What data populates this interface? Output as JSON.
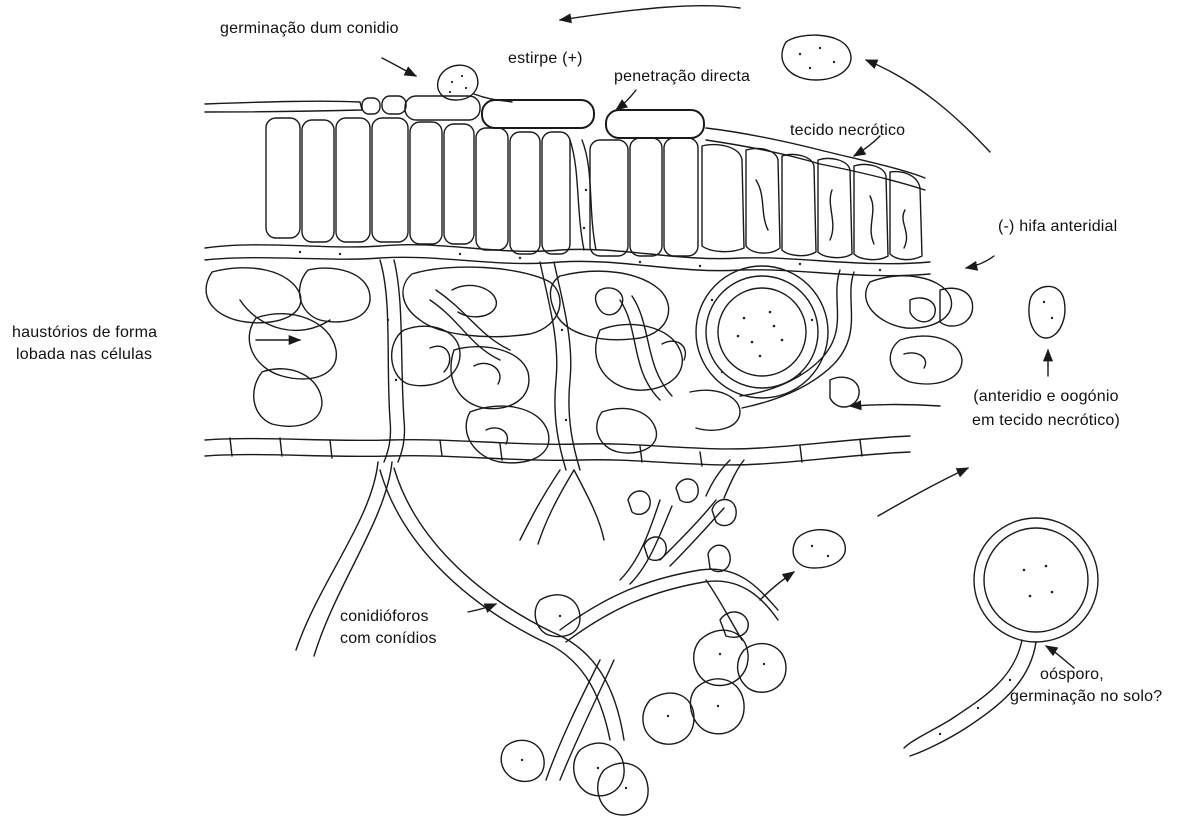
{
  "labels": {
    "germinacao": "germinação dum conidio",
    "estirpe": "estirpe (+)",
    "penetracao": "penetração directa",
    "tecido": "tecido necrótico",
    "hifa": "(-) hifa anteridial",
    "haustorios_1": "haustórios de forma",
    "haustorios_2": "lobada nas células",
    "anteridio_1": "(anteridio e oogónio",
    "anteridio_2": "em tecido necrótico)",
    "conidioforos_1": "conidióforos",
    "conidioforos_2": "com conídios",
    "oosporo_1": "oósporo,",
    "oosporo_2": "germinação no solo?"
  }
}
